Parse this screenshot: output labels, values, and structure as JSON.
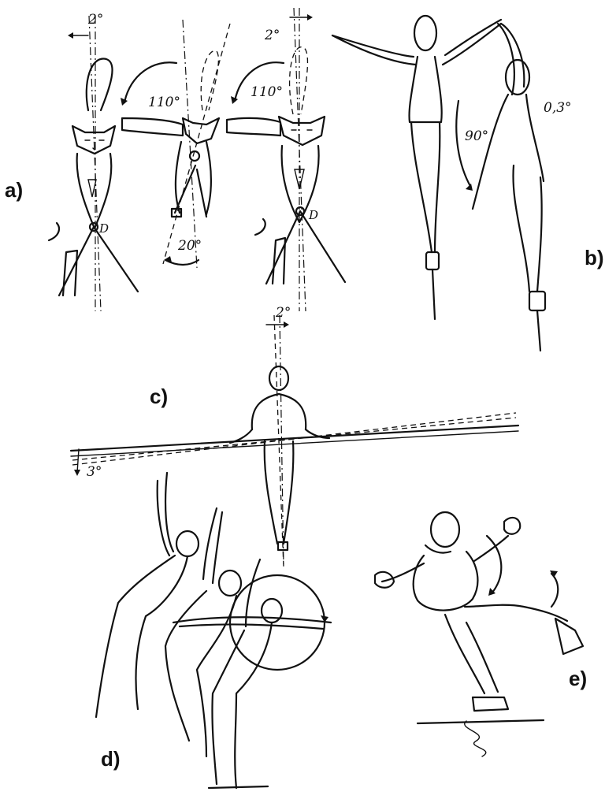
{
  "panels": {
    "a": {
      "label": "a)",
      "angles": [
        "2°",
        "110°",
        "20°",
        "110°",
        "2°"
      ],
      "point": "D"
    },
    "b": {
      "label": "b)",
      "angles": [
        "90°",
        "0,3°"
      ]
    },
    "c": {
      "label": "c)",
      "angles": [
        "2°",
        "3°"
      ]
    },
    "d": {
      "label": "d)"
    },
    "e": {
      "label": "e)"
    }
  },
  "colors": {
    "ink": "#111111",
    "background": "#ffffff"
  }
}
